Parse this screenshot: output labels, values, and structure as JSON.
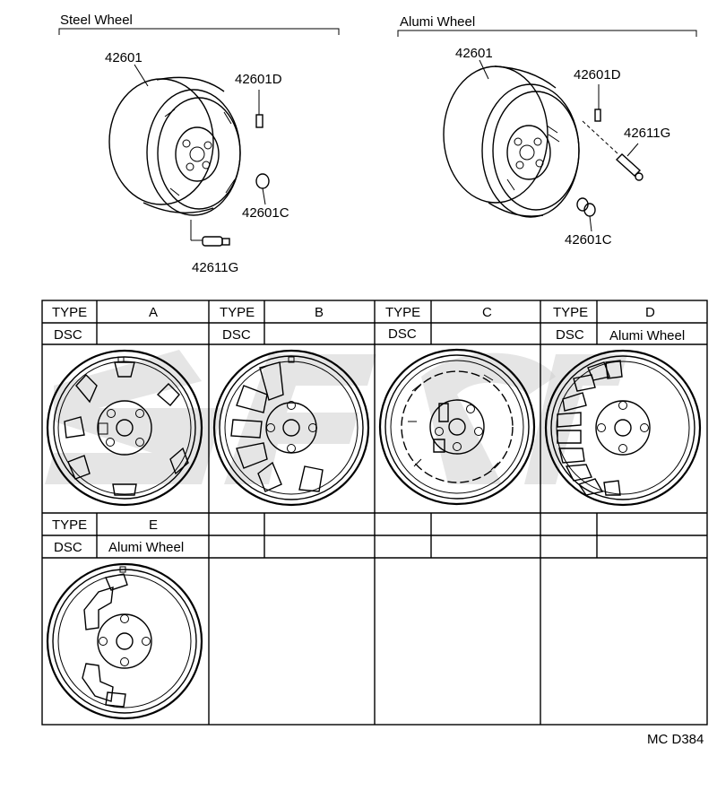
{
  "groups": {
    "steel": "Steel Wheel",
    "alumi": "Alumi Wheel"
  },
  "parts": {
    "steel_rim": "42601",
    "steel_cap": "42601D",
    "steel_nut": "42601C",
    "steel_valve": "42611G",
    "alumi_rim": "42601",
    "alumi_cap": "42601D",
    "alumi_valve": "42611G",
    "alumi_nut": "42601C"
  },
  "table": {
    "type_label": "TYPE",
    "dsc_label": "DSC",
    "cells": [
      {
        "type": "A",
        "dsc": ""
      },
      {
        "type": "B",
        "dsc": ""
      },
      {
        "type": "C",
        "dsc": ""
      },
      {
        "type": "D",
        "dsc": "Alumi Wheel"
      },
      {
        "type": "E",
        "dsc": "Alumi Wheel"
      }
    ]
  },
  "footer_code": "MC D384"
}
